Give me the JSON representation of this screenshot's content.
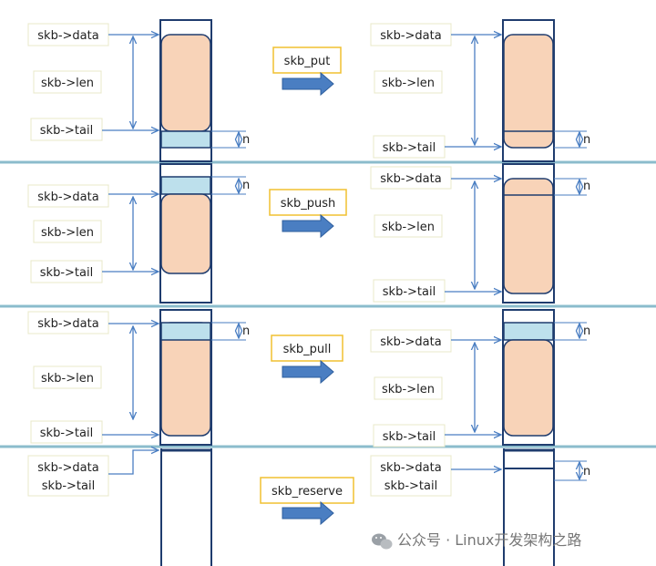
{
  "ops": {
    "put": "skb_put",
    "push": "skb_push",
    "pull": "skb_pull",
    "reserve": "skb_reserve"
  },
  "labels": {
    "data": "skb->data",
    "len": "skb->len",
    "tail": "skb->tail",
    "n": "n"
  },
  "watermark": "公众号 · Linux开发架构之路",
  "colors": {
    "buffer_border": "#1f3c6e",
    "data_fill": "#f8d3b8",
    "added_fill": "#bde0ec",
    "arrow_line": "#4a7ec2",
    "op_arrow": "#4a7ec2",
    "op_border": "#f0c030",
    "divider": "#8bbccc",
    "label_border": "#e8e8c8"
  }
}
